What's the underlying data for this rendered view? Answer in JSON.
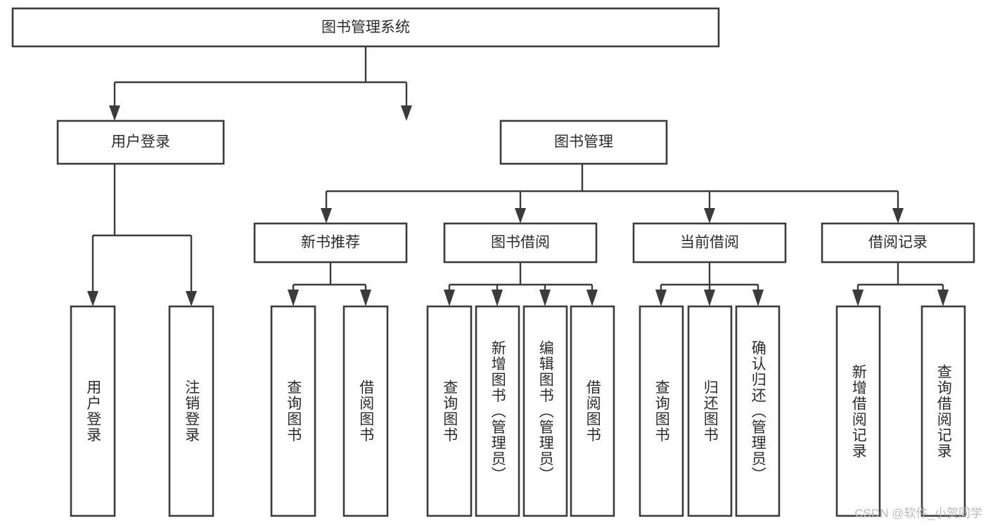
{
  "diagram": {
    "title": "图书管理系统",
    "type": "hierarchy-tree",
    "background_color": "#ffffff",
    "box_stroke_color": "#3b3b3b",
    "text_color": "#2b2b2b",
    "watermark": "CSDN @软件_小贺同学",
    "levels": [
      {
        "level": 1,
        "nodes": [
          {
            "id": "root",
            "label": "图书管理系统",
            "orientation": "horizontal"
          }
        ]
      },
      {
        "level": 2,
        "nodes": [
          {
            "id": "user-login",
            "label": "用户登录",
            "orientation": "horizontal",
            "parent": "root"
          },
          {
            "id": "book-manage",
            "label": "图书管理",
            "orientation": "horizontal",
            "parent": "root"
          }
        ]
      },
      {
        "level": 3,
        "nodes": [
          {
            "id": "new-book-rec",
            "label": "新书推荐",
            "orientation": "horizontal",
            "parent": "book-manage"
          },
          {
            "id": "book-borrow",
            "label": "图书借阅",
            "orientation": "horizontal",
            "parent": "book-manage"
          },
          {
            "id": "current-borrow",
            "label": "当前借阅",
            "orientation": "horizontal",
            "parent": "book-manage"
          },
          {
            "id": "borrow-record",
            "label": "借阅记录",
            "orientation": "horizontal",
            "parent": "book-manage"
          }
        ]
      },
      {
        "level": 4,
        "nodes": [
          {
            "id": "leaf-1",
            "label": "用户登录",
            "orientation": "vertical",
            "parent": "user-login"
          },
          {
            "id": "leaf-2",
            "label": "注销登录",
            "orientation": "vertical",
            "parent": "user-login"
          },
          {
            "id": "leaf-3",
            "label": "查询图书",
            "orientation": "vertical",
            "parent": "new-book-rec"
          },
          {
            "id": "leaf-4",
            "label": "借阅图书",
            "orientation": "vertical",
            "parent": "new-book-rec"
          },
          {
            "id": "leaf-5",
            "label": "查询图书",
            "orientation": "vertical",
            "parent": "book-borrow"
          },
          {
            "id": "leaf-6",
            "label": "新增图书（管理员）",
            "orientation": "vertical",
            "parent": "book-borrow"
          },
          {
            "id": "leaf-7",
            "label": "编辑图书（管理员）",
            "orientation": "vertical",
            "parent": "book-borrow"
          },
          {
            "id": "leaf-8",
            "label": "借阅图书",
            "orientation": "vertical",
            "parent": "book-borrow"
          },
          {
            "id": "leaf-9",
            "label": "查询图书",
            "orientation": "vertical",
            "parent": "current-borrow"
          },
          {
            "id": "leaf-10",
            "label": "归还图书",
            "orientation": "vertical",
            "parent": "current-borrow"
          },
          {
            "id": "leaf-11",
            "label": "确认归还（管理员）",
            "orientation": "vertical",
            "parent": "current-borrow"
          },
          {
            "id": "leaf-12",
            "label": "新增借阅记录",
            "orientation": "vertical",
            "parent": "borrow-record"
          },
          {
            "id": "leaf-13",
            "label": "查询借阅记录",
            "orientation": "vertical",
            "parent": "borrow-record"
          }
        ]
      }
    ]
  }
}
